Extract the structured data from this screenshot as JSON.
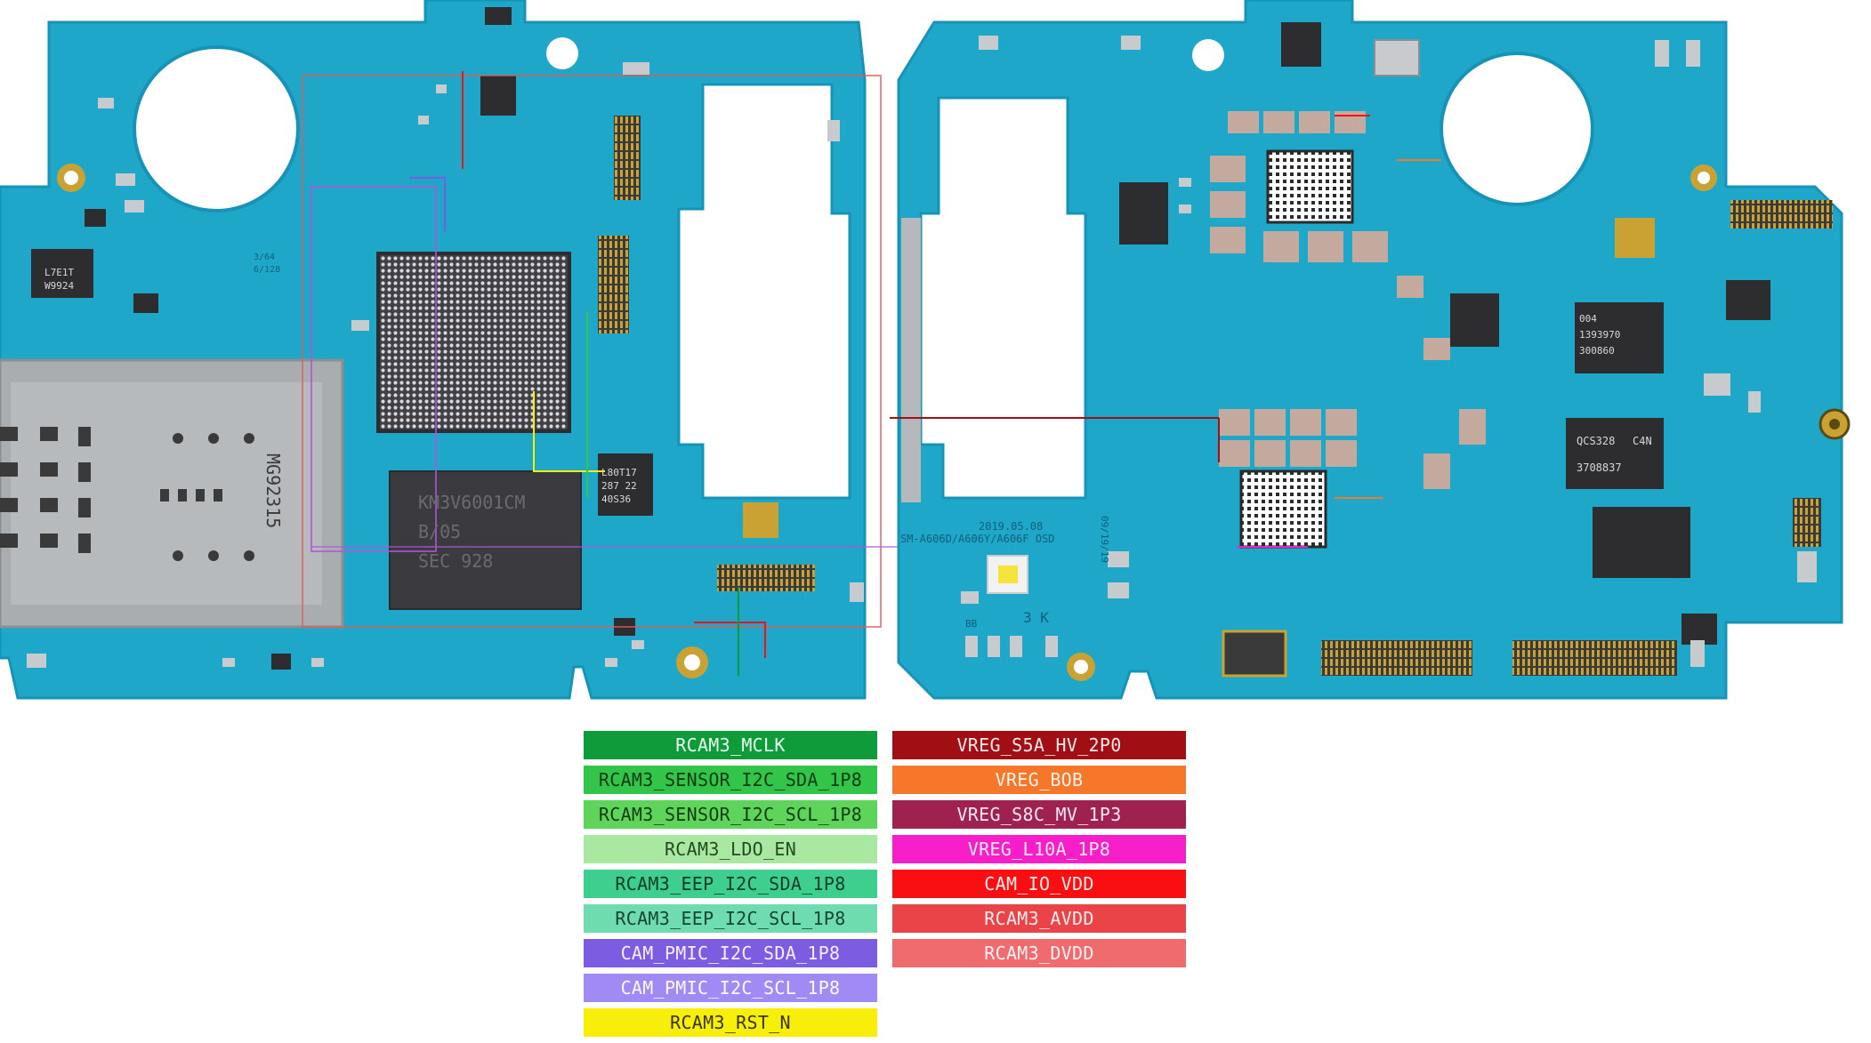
{
  "board": {
    "left_text": [
      "L7E1T",
      "W9924",
      "3/64",
      "6/128",
      "MG92315",
      "B/05",
      "SEC 928",
      "KM3V6001CM",
      "L80T17",
      "287 22",
      "40S36"
    ],
    "right_text": [
      "2019.05.08",
      "SM-A606D/A606Y/A606F OSD",
      "09/19/19",
      "3 K",
      "QCS328",
      "3708837",
      "C4N",
      "004",
      "1393970",
      "300860",
      "BB"
    ]
  },
  "legend": {
    "left": [
      {
        "label": "RCAM3_MCLK",
        "bg": "#0f9b3a",
        "fg": "#e8fff0"
      },
      {
        "label": "RCAM3_SENSOR_I2C_SDA_1P8",
        "bg": "#33c44a",
        "fg": "#0d3a14"
      },
      {
        "label": "RCAM3_SENSOR_I2C_SCL_1P8",
        "bg": "#5fd45b",
        "fg": "#123d12"
      },
      {
        "label": "RCAM3_LDO_EN",
        "bg": "#a8e8a0",
        "fg": "#254a20"
      },
      {
        "label": "RCAM3_EEP_I2C_SDA_1P8",
        "bg": "#3ecf8e",
        "fg": "#0c3b27"
      },
      {
        "label": "RCAM3_EEP_I2C_SCL_1P8",
        "bg": "#6fdcb0",
        "fg": "#164434"
      },
      {
        "label": "CAM_PMIC_I2C_SDA_1P8",
        "bg": "#7c5ce0",
        "fg": "#f4f0ff"
      },
      {
        "label": "CAM_PMIC_I2C_SCL_1P8",
        "bg": "#a28af5",
        "fg": "#fbf9ff"
      },
      {
        "label": "RCAM3_RST_N",
        "bg": "#f7ef0a",
        "fg": "#3a3500"
      }
    ],
    "right": [
      {
        "label": "VREG_S5A_HV_2P0",
        "bg": "#a10f14",
        "fg": "#ffe9ea"
      },
      {
        "label": "VREG_BOB",
        "bg": "#f6772a",
        "fg": "#fff3ea"
      },
      {
        "label": "VREG_S8C_MV_1P3",
        "bg": "#9e2150",
        "fg": "#ffe9f1"
      },
      {
        "label": "VREG_L10A_1P8",
        "bg": "#f51ec8",
        "fg": "#ffe9fb"
      },
      {
        "label": "CAM_IO_VDD",
        "bg": "#f90f12",
        "fg": "#ffecec"
      },
      {
        "label": "RCAM3_AVDD",
        "bg": "#ea4348",
        "fg": "#ffeeef"
      },
      {
        "label": "RCAM3_DVDD",
        "bg": "#ef6b6e",
        "fg": "#fff2f2"
      }
    ]
  },
  "colors": {
    "pcb": "#1fa7c9",
    "pcb_dark": "#1482a6",
    "pcb_edge": "#1793b8",
    "chip": "#2d2d30",
    "metal": "#b6b9bb",
    "gold": "#c9a233"
  }
}
